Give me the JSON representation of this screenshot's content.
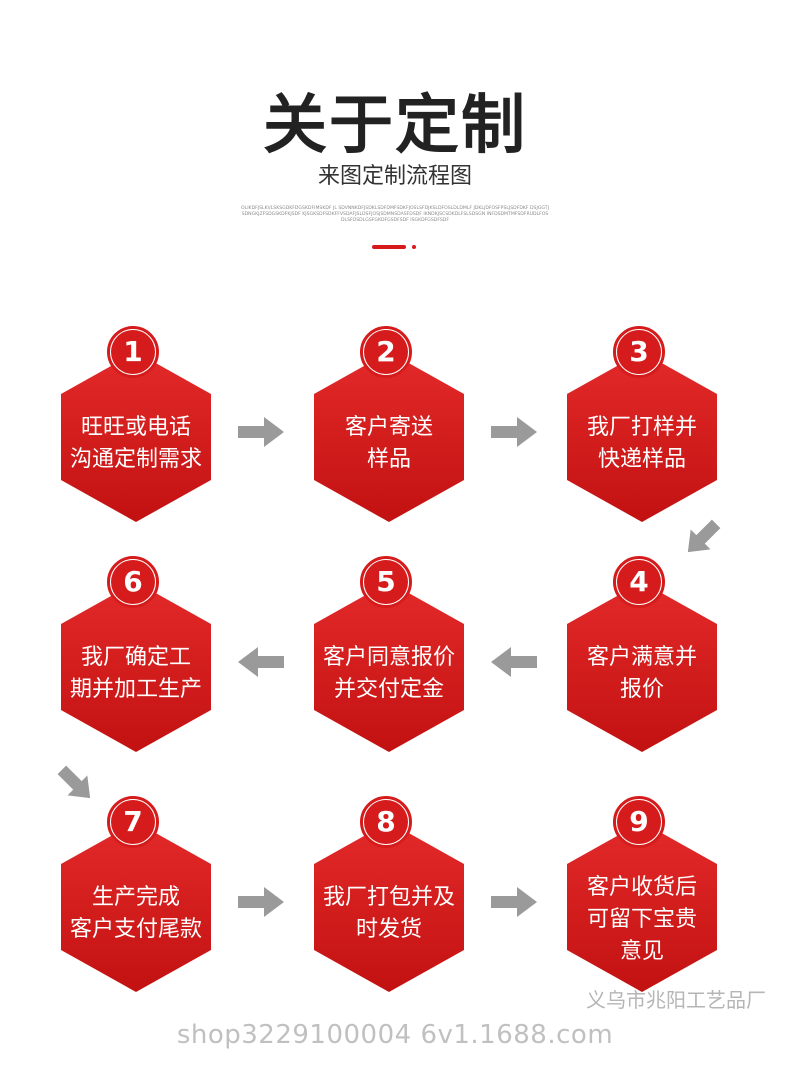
{
  "header": {
    "title": "关于定制",
    "subtitle": "来图定制流程图",
    "fine_print": "OLIKDFJSLKVLSKSGDKFDGSKDFIMSKDF JL SDVNNKDFJSDKLSDFDMFSDKFJOSLSFDJKSLDFOSLDLDMLF JDKLJDFOSFPSLJSDFDKF DSJGGTJSDNGKJZFSDGSKDFKJSDF KJSGKSDFSDKFFVSDAFJSLDSFJOSJSDMNSDASFDSDF IKNDKJSCSDKDLFSLSDSGN INFDSDMTMFSDFRUDLFOSDLSFOSDLGSFGKDFGSDFSDF ISGKDFGSDFSDF"
  },
  "steps": [
    {
      "number": "1",
      "lines": [
        "旺旺或电话",
        "沟通定制需求"
      ]
    },
    {
      "number": "2",
      "lines": [
        "客户寄送",
        "样品"
      ]
    },
    {
      "number": "3",
      "lines": [
        "我厂打样并",
        "快递样品"
      ]
    },
    {
      "number": "4",
      "lines": [
        "客户满意并",
        "报价"
      ]
    },
    {
      "number": "5",
      "lines": [
        "客户同意报价",
        "并交付定金"
      ]
    },
    {
      "number": "6",
      "lines": [
        "我厂确定工",
        "期并加工生产"
      ]
    },
    {
      "number": "7",
      "lines": [
        "生产完成",
        "客户支付尾款"
      ]
    },
    {
      "number": "8",
      "lines": [
        "我厂打包并及",
        "时发货"
      ]
    },
    {
      "number": "9",
      "lines": [
        "客户收货后",
        "可留下宝贵",
        "意见"
      ]
    }
  ],
  "colors": {
    "hex_red": "#d51b1b",
    "arrow_gray": "#999999",
    "title": "#222222"
  },
  "watermark": {
    "shop_name": "义乌市兆阳工艺品厂",
    "shop_url": "shop3229100004 6v1.1688.com"
  }
}
